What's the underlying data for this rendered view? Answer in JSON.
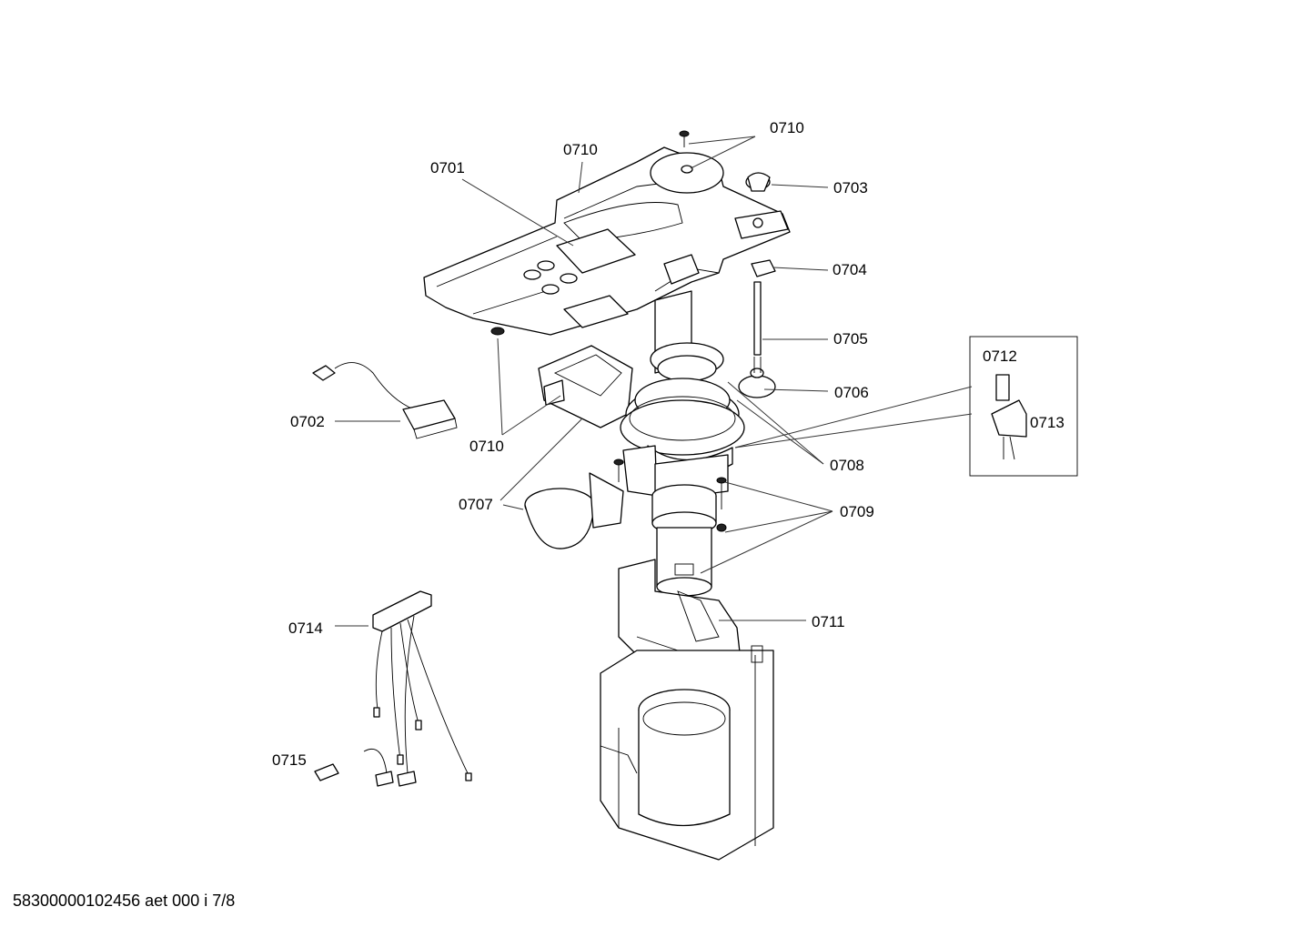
{
  "callouts": {
    "c0701": "0701",
    "c0702": "0702",
    "c0703": "0703",
    "c0704": "0704",
    "c0705": "0705",
    "c0706": "0706",
    "c0707": "0707",
    "c0708": "0708",
    "c0709": "0709",
    "c0710_top": "0710",
    "c0710_upper": "0710",
    "c0710_left": "0710",
    "c0711": "0711",
    "c0712": "0712",
    "c0713": "0713",
    "c0714": "0714",
    "c0715": "0715"
  },
  "footer": {
    "document_code": "58300000102456 aet 000 i 7/8"
  }
}
